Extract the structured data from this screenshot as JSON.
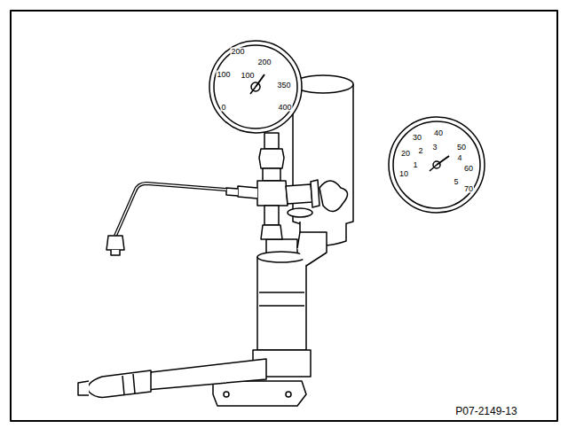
{
  "diagram": {
    "labels": [
      "200",
      "100",
      "0",
      "100",
      "200",
      "350",
      "400",
      "10",
      "20",
      "30",
      "40",
      "50",
      "60",
      "70",
      "1",
      "2",
      "3",
      "4",
      "5",
      "P07-2149-13"
    ]
  }
}
